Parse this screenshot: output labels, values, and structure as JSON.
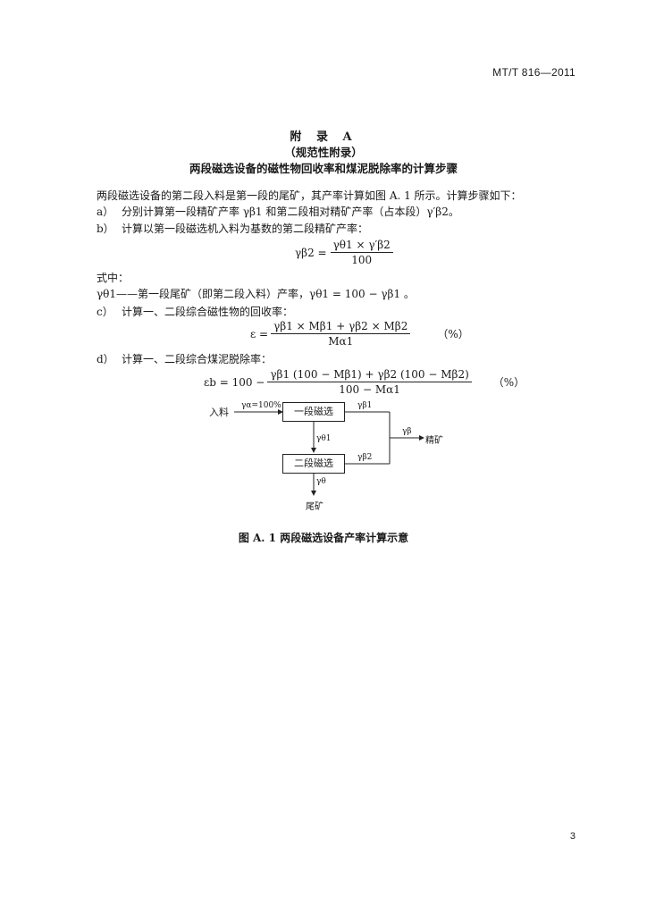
{
  "header": {
    "standard_no": "MT/T 816—2011"
  },
  "title": {
    "annex": "附  录  A",
    "nature": "（规范性附录）",
    "name": "两段磁选设备的磁性物回收率和煤泥脱除率的计算步骤"
  },
  "intro": "两段磁选设备的第二段入料是第一段的尾矿，其产率计算如图 A. 1 所示。计算步骤如下：",
  "step_a": {
    "label": "a）",
    "text": "分别计算第一段精矿产率 γβ1 和第二段相对精矿产率（占本段）γ′β2。"
  },
  "step_b": {
    "label": "b）",
    "text": "计算以第一段磁选机入料为基数的第二段精矿产率："
  },
  "eq_b": {
    "lhs": "γβ2 =",
    "num": "γθ1 × γ′β2",
    "den": "100"
  },
  "where": {
    "head": "式中：",
    "def": "γθ1——第一段尾矿（即第二段入料）产率，γθ1 = 100 − γβ1 。"
  },
  "step_c": {
    "label": "c）",
    "text": "计算一、二段综合磁性物的回收率："
  },
  "eq_c": {
    "lhs": "ε =",
    "num": "γβ1 × Mβ1 + γβ2 × Mβ2",
    "den": "Mα1",
    "unit": "（%）"
  },
  "step_d": {
    "label": "d）",
    "text": "计算一、二段综合煤泥脱除率："
  },
  "eq_d": {
    "lhs": "εb = 100 −",
    "num": "γβ1 (100 − Mβ1) + γβ2 (100 − Mβ2)",
    "den": "100 − Mα1",
    "unit": "（%）"
  },
  "diagram": {
    "input_label": "入料",
    "input_yield": "γα=100%",
    "stage1": "一段磁选",
    "stage2": "二段磁选",
    "y_b1": "γβ1",
    "y_t1": "γθ1",
    "y_b2": "γβ2",
    "y_b": "γβ",
    "y_t": "γθ",
    "concentrate": "精矿",
    "tailings": "尾矿"
  },
  "caption": "图 A. 1   两段磁选设备产率计算示意",
  "page_number": "3"
}
